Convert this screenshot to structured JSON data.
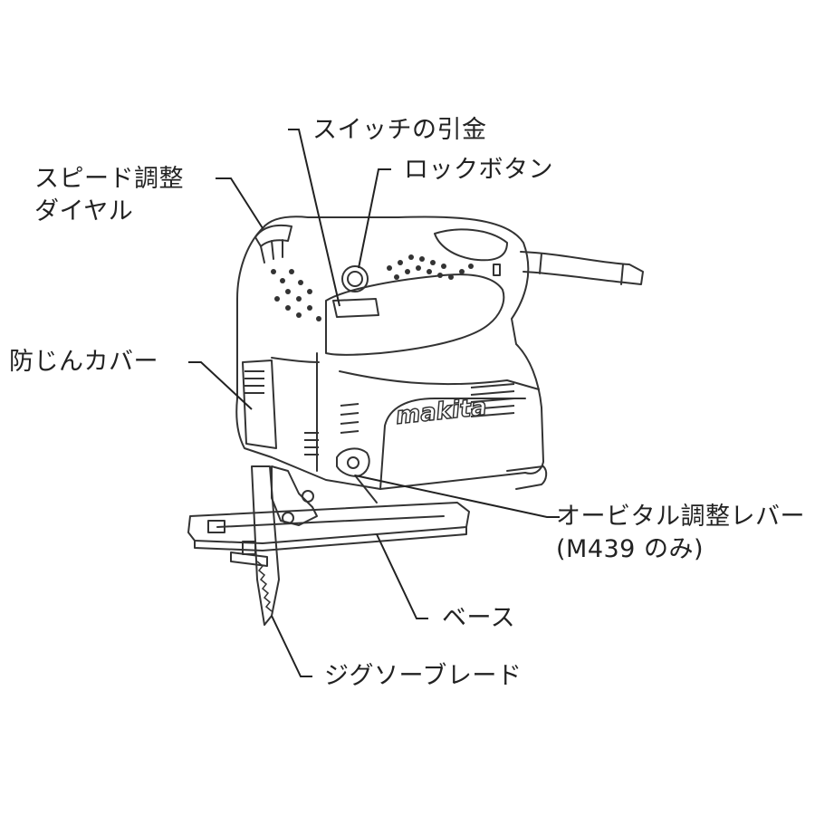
{
  "labels": {
    "trigger": "スイッチの引金",
    "speed_dial": "スピード調整",
    "speed_dial_2": "ダイヤル",
    "lock_button": "ロックボタン",
    "dust_cover": "防じんカバー",
    "orbital_lever": "オービタル調整レバー",
    "orbital_lever_note": "(M439 のみ)",
    "base": "ベース",
    "blade": "ジグソーブレード"
  },
  "brand": "makita",
  "colors": {
    "ink": "#222222",
    "line": "#333333",
    "body": "#ffffff"
  },
  "icons": [
    "jigsaw-illustration"
  ]
}
